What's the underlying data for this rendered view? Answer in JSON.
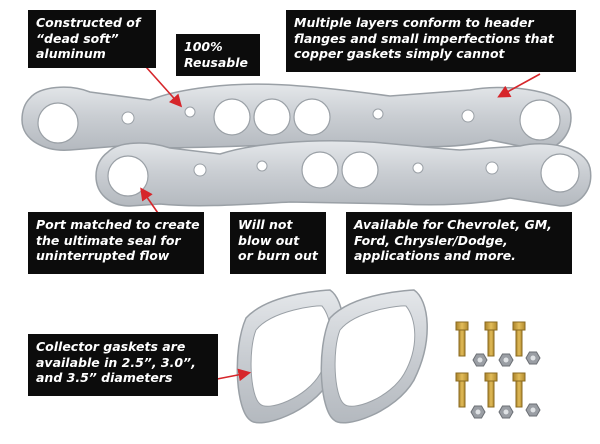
{
  "callouts": {
    "construction": [
      "Constructed of",
      "“dead soft”",
      "aluminum"
    ],
    "reusable": [
      "100%",
      "Reusable"
    ],
    "layers": [
      "Multiple layers conform to header",
      "flanges and small imperfections that",
      "copper gaskets simply cannot"
    ],
    "port_matched": [
      "Port matched to create",
      "the ultimate seal for",
      "uninterrupted flow"
    ],
    "blowout": [
      "Will not",
      "blow out",
      "or burn out"
    ],
    "applications": [
      "Available for Chevrolet, GM,",
      "Ford, Chrysler/Dodge,",
      "applications and more."
    ],
    "collector": [
      "Collector gaskets are",
      "available in 2.5”, 3.0”,",
      "and 3.5” diameters"
    ]
  },
  "colors": {
    "callout_bg": "#0c0c0c",
    "callout_text": "#ffffff",
    "arrow": "#d6262b",
    "gasket": "#cdd1d6",
    "bolt_gold": "#d2a53a",
    "nut_gray": "#9a9ea4"
  }
}
